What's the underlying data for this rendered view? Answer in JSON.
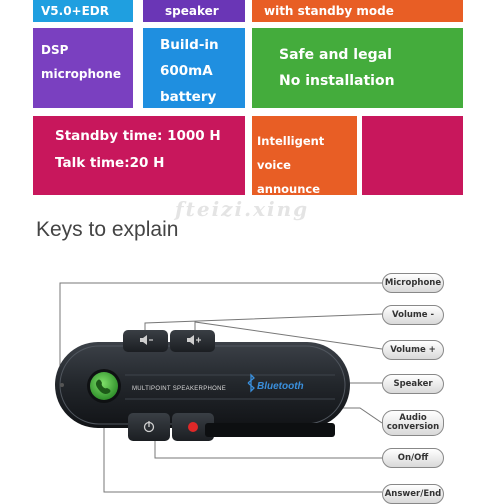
{
  "features": {
    "tile1_text": "V5.0+EDR",
    "tile2_text": "speaker",
    "tile3_text": "with standby mode",
    "tile4_lines": [
      "DSP",
      "microphone"
    ],
    "tile5_lines": [
      "Build-in",
      "600mA",
      "battery"
    ],
    "tile6_lines": [
      "Safe and legal",
      "No installation"
    ],
    "tile7_lines": [
      "Standby time: 1000 H",
      "Talk time:20 H"
    ],
    "tile8_lines": [
      "Intelligent",
      "voice announce"
    ],
    "colors": {
      "blue": "#1f9fe0",
      "purple": "#6a36b6",
      "orange": "#e85e25",
      "green": "#44ac3c",
      "crimson": "#c8175c"
    }
  },
  "watermark": "fteizi.xing",
  "heading": "Keys to explain",
  "device": {
    "brand_text": "MULTIPOINT SPEAKERPHONE",
    "bluetooth_text": "Bluetooth",
    "icons": [
      "volume-down-icon",
      "volume-up-icon",
      "phone-icon",
      "power-icon",
      "record-icon",
      "bluetooth-icon"
    ]
  },
  "callouts": [
    "Microphone",
    "Volume -",
    "Volume +",
    "Speaker",
    "Audio conversion",
    "On/Off",
    "Answer/End"
  ]
}
